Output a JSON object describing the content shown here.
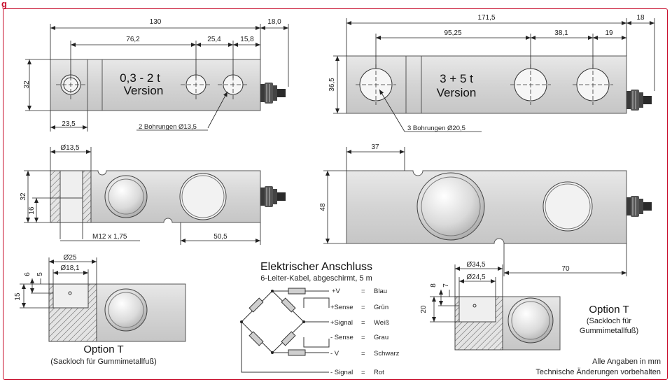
{
  "header": {
    "title_fragment": "g"
  },
  "view_small_top": {
    "dims": {
      "total_length": "130",
      "cable": "18,0",
      "hole_spacing": "76,2",
      "hole_pitch": "25,4",
      "edge": "15,8",
      "height": "32",
      "left_offset": "23,5"
    },
    "label_line1": "0,3 - 2 t",
    "label_line2": "Version",
    "callout": "2 Bohrungen Ø13,5"
  },
  "view_large_top": {
    "dims": {
      "total_length": "171,5",
      "cable": "18",
      "hole_spacing": "95,25",
      "hole_pitch": "38,1",
      "edge": "19",
      "height": "36,5"
    },
    "label_line1": "3 + 5 t",
    "label_line2": "Version",
    "callout": "3 Bohrungen Ø20,5"
  },
  "view_small_side": {
    "dims": {
      "bore": "Ø13,5",
      "height": "32",
      "thread_height": "16",
      "thread": "M12 x 1,75",
      "right": "50,5"
    }
  },
  "view_large_side": {
    "dims": {
      "offset": "37",
      "height": "48",
      "right": "70"
    }
  },
  "option_small": {
    "dims": {
      "outer": "Ø25",
      "inner": "Ø18,1",
      "d1": "6",
      "d2": "5",
      "depth": "15"
    },
    "title": "Option T",
    "subtitle": "(Sackloch für Gummimetallfuß)"
  },
  "option_large": {
    "dims": {
      "outer": "Ø34,5",
      "inner": "Ø24,5",
      "d1": "8",
      "d2": "7",
      "depth": "20"
    },
    "title": "Option T",
    "subtitle_line1": "(Sackloch für",
    "subtitle_line2": "Gummimetallfuß)"
  },
  "connection": {
    "title": "Elektrischer Anschluss",
    "subtitle": "6-Leiter-Kabel, abgeschirmt, 5 m",
    "wires": [
      {
        "signal": "+V",
        "color": "Blau"
      },
      {
        "signal": "+Sense",
        "color": "Grün"
      },
      {
        "signal": "+Signal",
        "color": "Weiß"
      },
      {
        "signal": "- Sense",
        "color": "Grau"
      },
      {
        "signal": "- V",
        "color": "Schwarz"
      },
      {
        "signal": "- Signal",
        "color": "Rot"
      }
    ],
    "equals": "="
  },
  "footer": {
    "line1": "Alle Angaben in mm",
    "line2": "Technische Änderungen vorbehalten"
  }
}
